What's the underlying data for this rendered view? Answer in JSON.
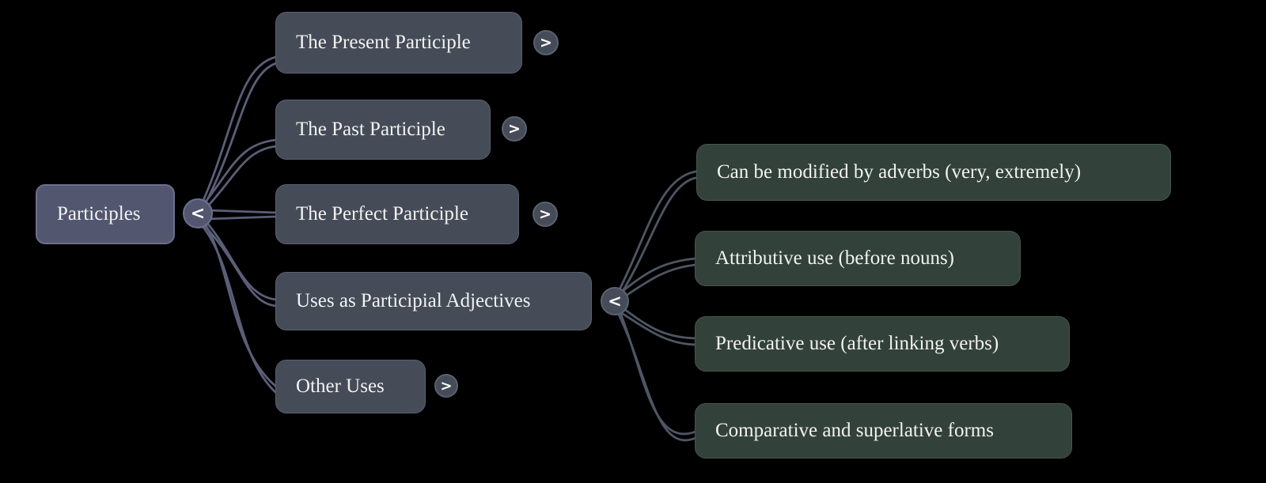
{
  "title": "Participles mind map",
  "colors": {
    "bg": "#000000",
    "root_fill": "#52566f",
    "root_border": "#6c7090",
    "branch_fill": "#454b57",
    "branch_border": "#5a6170",
    "leaf_fill": "#324139",
    "leaf_border": "#465750",
    "edge_level1": "#5a5e78",
    "edge_level2": "#4e5664",
    "label_text": "#f2f2f2",
    "toggle_text": "#ffffff"
  },
  "mindmap": {
    "root": {
      "label": "Participles",
      "toggle": "<"
    },
    "children": [
      {
        "label": "The Present Participle",
        "toggle": ">"
      },
      {
        "label": "The Past Participle",
        "toggle": ">"
      },
      {
        "label": "The Perfect Participle",
        "toggle": ">"
      },
      {
        "label": "Uses as Participial Adjectives",
        "toggle": "<",
        "children": [
          {
            "label": "Can be modified by adverbs (very, extremely)"
          },
          {
            "label": "Attributive use (before nouns)"
          },
          {
            "label": "Predicative use (after linking verbs)"
          },
          {
            "label": "Comparative and superlative forms"
          }
        ]
      },
      {
        "label": "Other Uses",
        "toggle": ">"
      }
    ]
  }
}
